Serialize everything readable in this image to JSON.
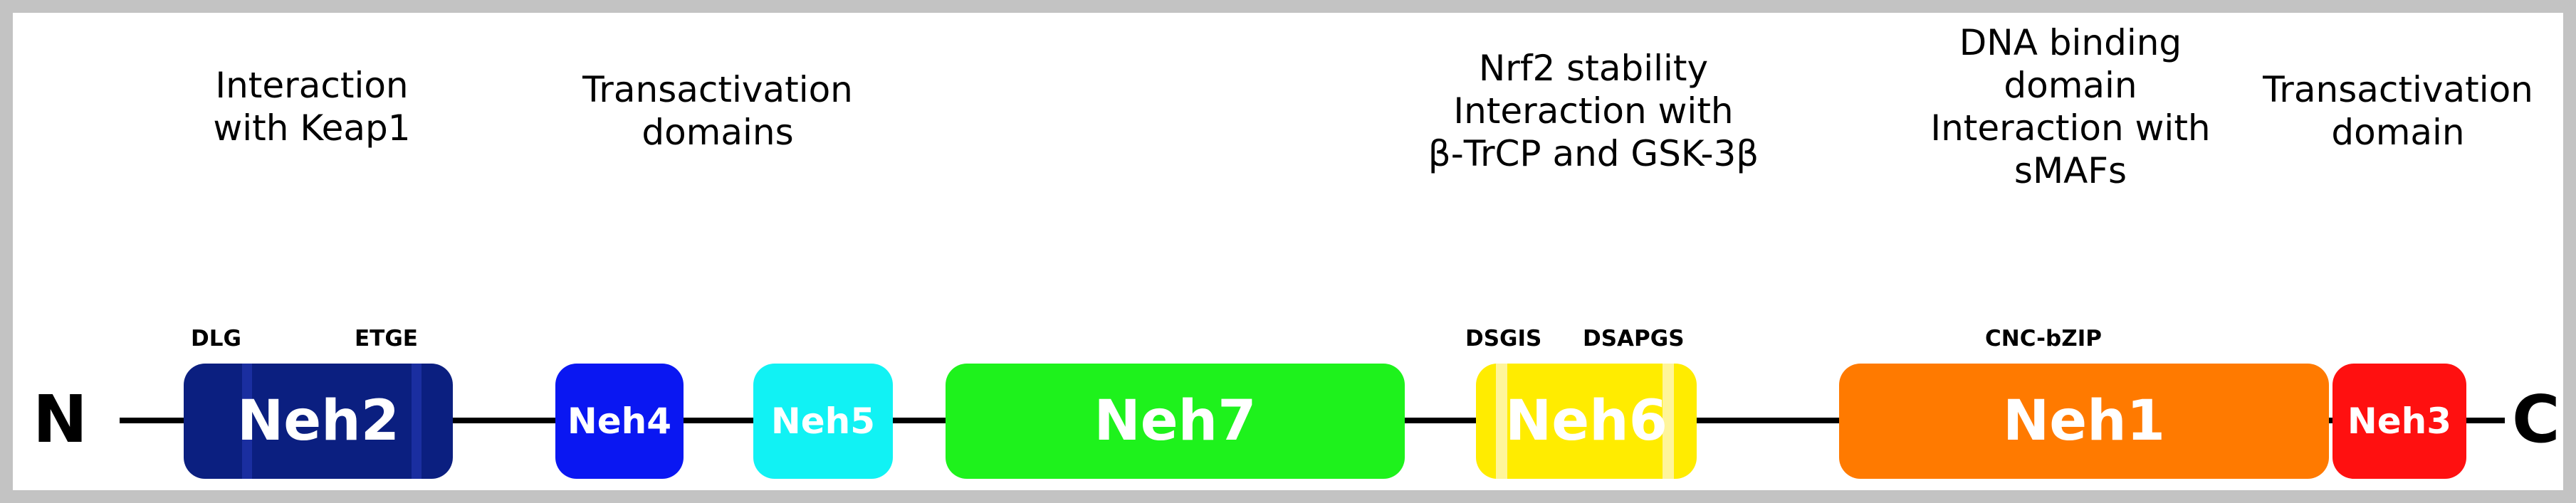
{
  "diagram": {
    "n_terminus": "N",
    "c_terminus": "C",
    "domains": [
      {
        "label": "Neh2",
        "color": "#0b1f80"
      },
      {
        "label": "Neh4",
        "color": "#0a17f2"
      },
      {
        "label": "Neh5",
        "color": "#11f2f4"
      },
      {
        "label": "Neh7",
        "color": "#1ef21c"
      },
      {
        "label": "Neh6",
        "color": "#ffec00"
      },
      {
        "label": "Neh1",
        "color": "#ff7a00"
      },
      {
        "label": "Neh3",
        "color": "#ff1010"
      }
    ],
    "motifs": [
      {
        "label": "DLG"
      },
      {
        "label": "ETGE"
      },
      {
        "label": "DSGIS"
      },
      {
        "label": "DSAPGS"
      },
      {
        "label": "CNC-bZIP"
      }
    ],
    "functions": [
      {
        "lines": [
          "Interaction",
          "with Keap1"
        ]
      },
      {
        "lines": [
          "Transactivation",
          "domains"
        ]
      },
      {
        "lines": [
          "Nrf2 stability",
          "Interaction with",
          "β-TrCP and GSK-3β"
        ]
      },
      {
        "lines": [
          "DNA binding",
          "domain",
          "Interaction with",
          "sMAFs"
        ]
      },
      {
        "lines": [
          "Transactivation",
          "domain"
        ]
      }
    ]
  }
}
